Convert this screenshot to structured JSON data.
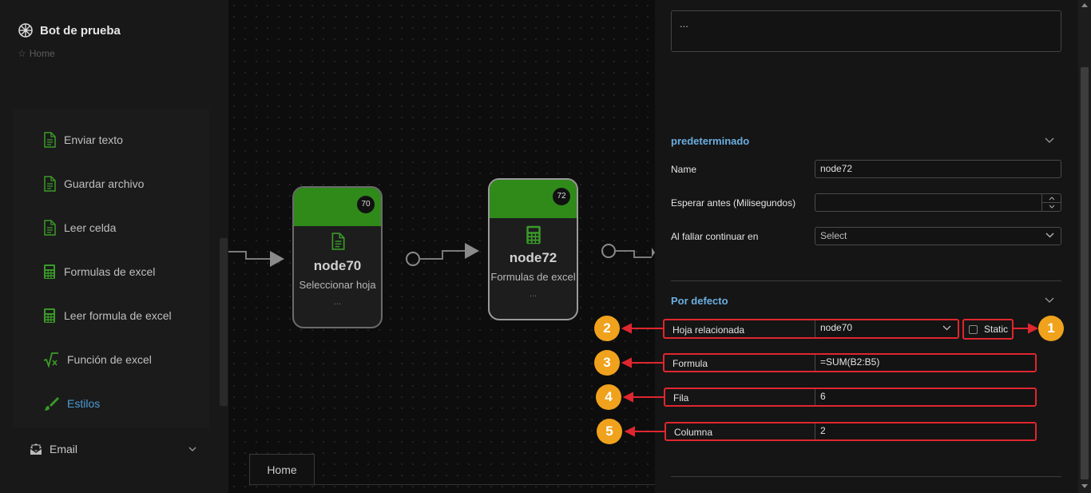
{
  "app": {
    "title": "Bot de prueba",
    "breadcrumb": "Home"
  },
  "sidebar": {
    "items": [
      {
        "label": "Enviar texto",
        "icon": "document-icon"
      },
      {
        "label": "Guardar archivo",
        "icon": "document-icon"
      },
      {
        "label": "Leer celda",
        "icon": "document-icon"
      },
      {
        "label": "Formulas de excel",
        "icon": "calculator-icon"
      },
      {
        "label": "Leer formula de excel",
        "icon": "calculator-icon"
      },
      {
        "label": "Función de excel",
        "icon": "sqrt-icon"
      },
      {
        "label": "Estilos",
        "icon": "brush-icon"
      }
    ],
    "group": {
      "label": "Email",
      "icon": "email-icon"
    }
  },
  "canvas": {
    "nodes": [
      {
        "badge": "70",
        "title": "node70",
        "subtitle": "Seleccionar hoja",
        "dots": "..."
      },
      {
        "badge": "72",
        "title": "node72",
        "subtitle": "Formulas de excel",
        "dots": "..."
      }
    ],
    "tab_label": "Home"
  },
  "panel": {
    "textarea_value": "...",
    "section1": {
      "title": "predeterminado",
      "name_label": "Name",
      "name_value": "node72",
      "wait_label": "Esperar antes (Milisegundos)",
      "wait_value": "",
      "fail_label": "Al fallar continuar en",
      "fail_value": "Select"
    },
    "section2": {
      "title": "Por defecto",
      "sheet_label": "Hoja relacionada",
      "sheet_value": "node70",
      "static_label": "Static",
      "formula_label": "Formula",
      "formula_value": "=SUM(B2:B5)",
      "row_label": "Fila",
      "row_value": "6",
      "col_label": "Columna",
      "col_value": "2"
    }
  },
  "callouts": [
    "1",
    "2",
    "3",
    "4",
    "5"
  ],
  "colors": {
    "accent": "#2f8a1a",
    "highlight": "#e0262f",
    "callout": "#f0a21d",
    "link": "#6aaee0"
  }
}
